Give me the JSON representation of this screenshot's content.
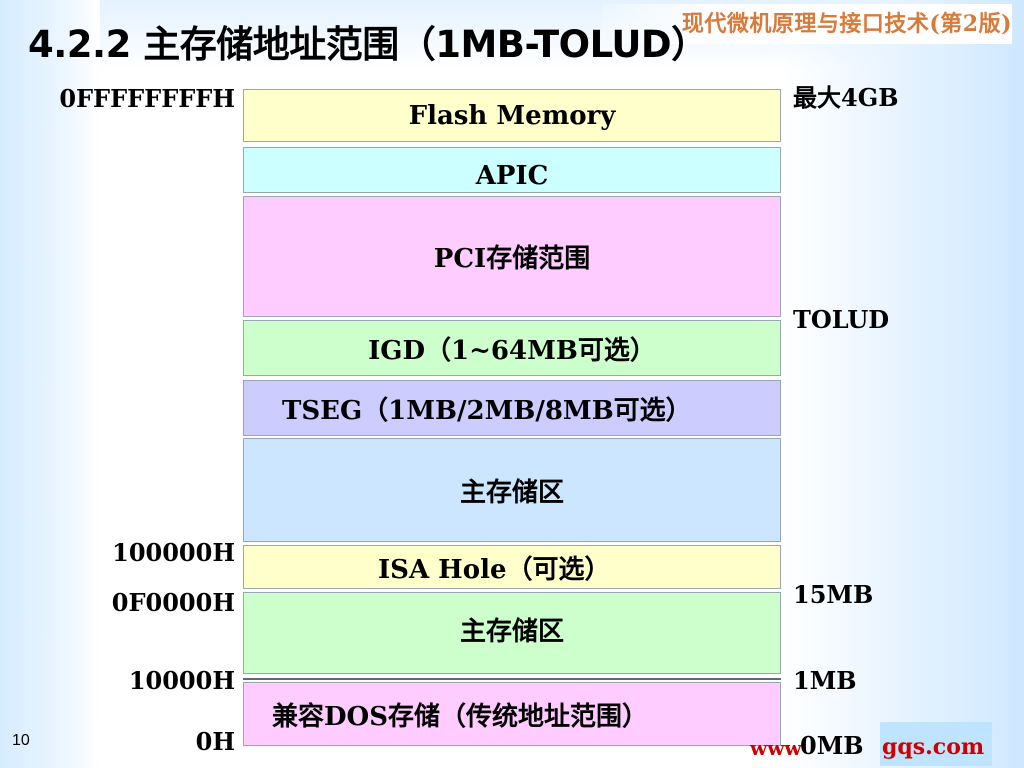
{
  "slide": {
    "title": "4.2.2  主存储地址范围（1MB-TOLUD）",
    "book_banner": "现代微机原理与接口技术(第2版)",
    "page_number": "10",
    "site_left": "www",
    "site_right": "gqs.com"
  },
  "left_addresses": {
    "top": "0FFFFFFFFH",
    "a100000": "100000H",
    "a0f0000": "0F0000H",
    "a10000": "10000H",
    "zero": "0H"
  },
  "right_labels": {
    "max": "最大4GB",
    "tolud": "TOLUD",
    "mb15": "15MB",
    "mb1": "1MB",
    "mb0": "0MB"
  },
  "blocks": {
    "flash": "Flash Memory",
    "apic": "APIC",
    "pci": "PCI存储范围",
    "igd": "IGD（1~64MB可选）",
    "tseg": "TSEG（1MB/2MB/8MB可选）",
    "main_upper": "主存储区",
    "isa": "ISA Hole（可选）",
    "main_lower": "主存储区",
    "dos": "兼容DOS存储（传统地址范围）"
  },
  "colors": {
    "flash": "#ffffcc",
    "apic": "#ccffff",
    "pci": "#ffccff",
    "igd": "#ccffcc",
    "tseg": "#ccccff",
    "main_upper": "#cce6ff",
    "isa": "#ffffcc",
    "main_lower": "#ccffcc",
    "dos": "#ffccff"
  }
}
